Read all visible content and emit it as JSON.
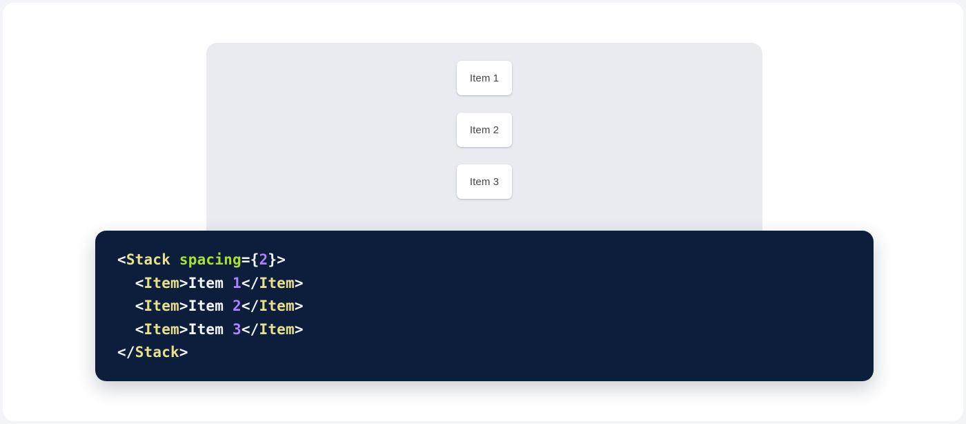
{
  "preview": {
    "panel_background": "#e9ebf0",
    "items": [
      {
        "label": "Item 1"
      },
      {
        "label": "Item 2"
      },
      {
        "label": "Item 3"
      }
    ]
  },
  "code": {
    "background": "#0c1e3c",
    "language": "jsx",
    "colors": {
      "punctuation": "#f2f5f9",
      "tag": "#e8e08a",
      "attribute": "#a6e22e",
      "number": "#ae81ff",
      "text": "#f2f5f9"
    },
    "lines": [
      {
        "indent": "",
        "tokens": [
          {
            "t": "punct",
            "v": "<"
          },
          {
            "t": "tag",
            "v": "Stack"
          },
          {
            "t": "text",
            "v": " "
          },
          {
            "t": "attr",
            "v": "spacing"
          },
          {
            "t": "punct",
            "v": "={"
          },
          {
            "t": "num",
            "v": "2"
          },
          {
            "t": "punct",
            "v": "}>"
          }
        ],
        "plain": "<Stack spacing={2}>"
      },
      {
        "indent": "  ",
        "tokens": [
          {
            "t": "punct",
            "v": "<"
          },
          {
            "t": "tag",
            "v": "Item"
          },
          {
            "t": "punct",
            "v": ">"
          },
          {
            "t": "text",
            "v": "Item "
          },
          {
            "t": "num",
            "v": "1"
          },
          {
            "t": "punct",
            "v": "</"
          },
          {
            "t": "tag",
            "v": "Item"
          },
          {
            "t": "punct",
            "v": ">"
          }
        ],
        "plain": "  <Item>Item 1</Item>"
      },
      {
        "indent": "  ",
        "tokens": [
          {
            "t": "punct",
            "v": "<"
          },
          {
            "t": "tag",
            "v": "Item"
          },
          {
            "t": "punct",
            "v": ">"
          },
          {
            "t": "text",
            "v": "Item "
          },
          {
            "t": "num",
            "v": "2"
          },
          {
            "t": "punct",
            "v": "</"
          },
          {
            "t": "tag",
            "v": "Item"
          },
          {
            "t": "punct",
            "v": ">"
          }
        ],
        "plain": "  <Item>Item 2</Item>"
      },
      {
        "indent": "  ",
        "tokens": [
          {
            "t": "punct",
            "v": "<"
          },
          {
            "t": "tag",
            "v": "Item"
          },
          {
            "t": "punct",
            "v": ">"
          },
          {
            "t": "text",
            "v": "Item "
          },
          {
            "t": "num",
            "v": "3"
          },
          {
            "t": "punct",
            "v": "</"
          },
          {
            "t": "tag",
            "v": "Item"
          },
          {
            "t": "punct",
            "v": ">"
          }
        ],
        "plain": "  <Item>Item 3</Item>"
      },
      {
        "indent": "",
        "tokens": [
          {
            "t": "punct",
            "v": "</"
          },
          {
            "t": "tag",
            "v": "Stack"
          },
          {
            "t": "punct",
            "v": ">"
          }
        ],
        "plain": "</Stack>"
      }
    ]
  }
}
